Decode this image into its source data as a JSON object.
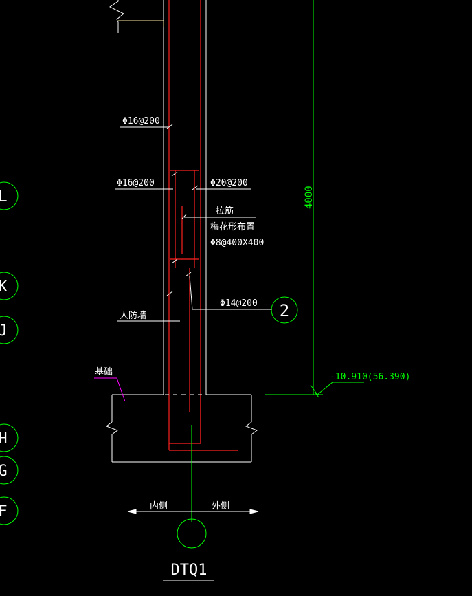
{
  "drawing": {
    "background": "#000000",
    "colors": {
      "white": "#ffffff",
      "red": "#ff2020",
      "yellow": "#ffe8a0",
      "green": "#00ff00",
      "magenta": "#ff00ff"
    }
  },
  "labels": {
    "rebar_top": "Φ16@200",
    "rebar_left": "Φ16@200",
    "rebar_right": "Φ20@200",
    "tie_title": "拉筋",
    "tie_layout": "梅花形布置",
    "tie_spec": "Φ8@400X400",
    "rebar_lower": "Φ14@200",
    "callout_number": "2",
    "wall_type": "人防墙",
    "foundation": "基础",
    "elevation": "-10.910(56.390)",
    "height_dim": "4000",
    "inner_side": "内侧",
    "outer_side": "外侧",
    "section_title": "DTQ1"
  },
  "grid_axes": [
    "L",
    "K",
    "J",
    "H",
    "G",
    "F"
  ]
}
